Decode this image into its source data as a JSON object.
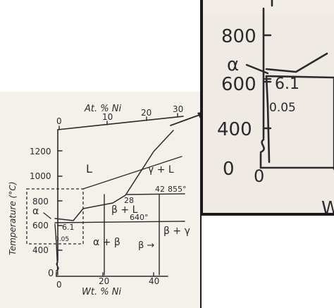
{
  "main_figure": {
    "top_axis": {
      "label": "At. % Ni",
      "ticks": [
        "0",
        "10",
        "20",
        "30"
      ]
    },
    "bottom_axis": {
      "label": "Wt. % Ni",
      "ticks": [
        "0",
        "20",
        "40"
      ]
    },
    "left_axis": {
      "label": "Temperature (°C)",
      "ticks": [
        "1200",
        "1000",
        "800",
        "600",
        "400",
        "0"
      ]
    },
    "phase_labels": {
      "liquid": "L",
      "gamma_liquid": "γ + L",
      "beta_liquid": "β + L",
      "alpha_beta": "α + β",
      "beta_gamma": "β + γ",
      "beta_arrow": "β →",
      "alpha": "α"
    },
    "annotations": {
      "comp_28": "28",
      "comp_42": "42",
      "temp_855": "855°",
      "temp_640": "640°",
      "comp_6_1": "6.1",
      "comp_0_05": "0.05"
    }
  },
  "inset": {
    "ticks": [
      "800",
      "600",
      "400",
      "0",
      "0"
    ],
    "alpha_label": "α",
    "comp_6_1": "6.1",
    "comp_0_05": "0.05",
    "cut_label": "W"
  },
  "colors": {
    "ink": "#2a2a2e",
    "paper": "#f4f0ea",
    "inset_paper": "#efeae4",
    "dark_border": "#1a1a1c"
  }
}
